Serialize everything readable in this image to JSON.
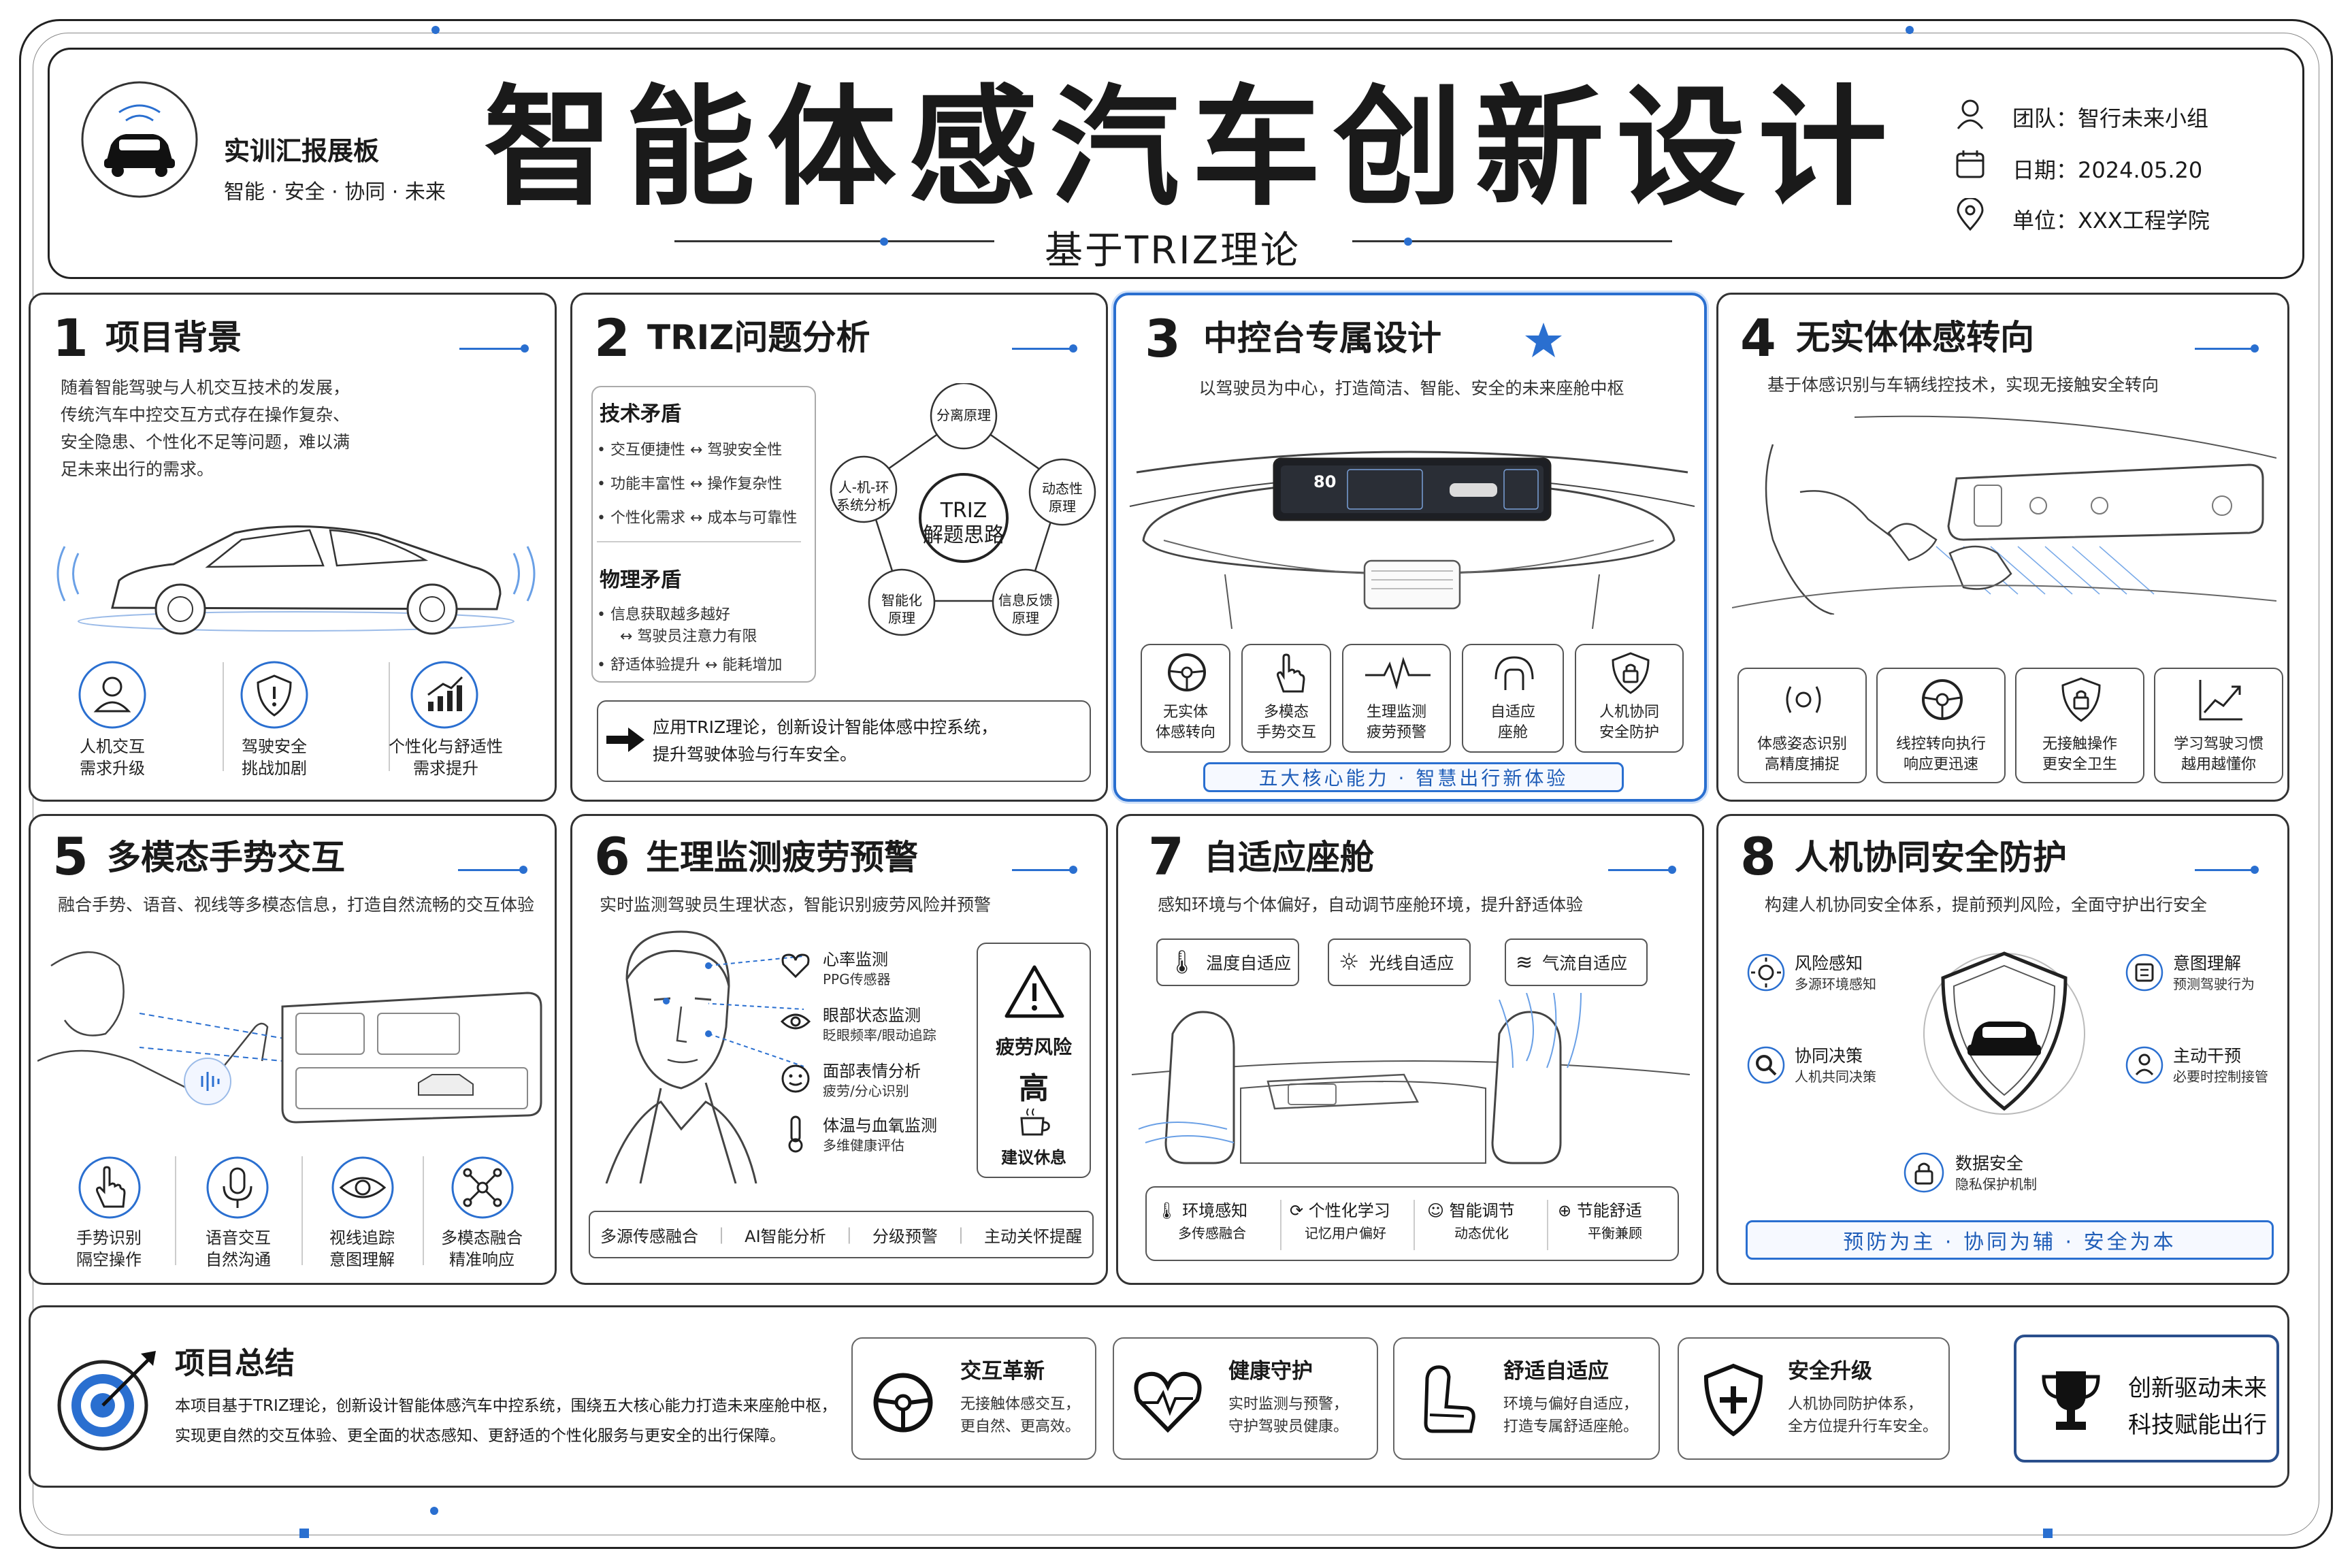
{
  "header": {
    "brand_title": "实训汇报展板",
    "brand_sub": "智能 · 安全 · 协同 · 未来",
    "title": "智能体感汽车创新设计",
    "subtitle": "基于TRIZ理论",
    "team": "团队：智行未来小组",
    "date": "日期：2024.05.20",
    "unit": "单位：XXX工程学院"
  },
  "s1": {
    "num": "1",
    "title": "项目背景",
    "desc": [
      "随着智能驾驶与人机交互技术的发展，",
      "传统汽车中控交互方式存在操作复杂、",
      "安全隐患、个性化不足等问题，难以满",
      "足未来出行的需求。"
    ],
    "items": [
      {
        "l1": "人机交互",
        "l2": "需求升级"
      },
      {
        "l1": "驾驶安全",
        "l2": "挑战加剧"
      },
      {
        "l1": "个性化与舒适性",
        "l2": "需求提升"
      }
    ]
  },
  "s2": {
    "num": "2",
    "title": "TRIZ问题分析",
    "tech_title": "技术矛盾",
    "tech": [
      "交互便捷性 ↔ 驾驶安全性",
      "功能丰富性 ↔ 操作复杂性",
      "个性化需求 ↔ 成本与可靠性"
    ],
    "phys_title": "物理矛盾",
    "phys": [
      "信息获取越多越好",
      "↔ 驾驶员注意力有限",
      "舒适体验提升 ↔ 能耗增加"
    ],
    "center_l1": "TRIZ",
    "center_l2": "解题思路",
    "nodes": [
      {
        "l1": "分离原理",
        "l2": ""
      },
      {
        "l1": "动态性",
        "l2": "原理"
      },
      {
        "l1": "信息反馈",
        "l2": "原理"
      },
      {
        "l1": "智能化",
        "l2": "原理"
      },
      {
        "l1": "人-机-环",
        "l2": "系统分析"
      }
    ],
    "conclusion": [
      "应用TRIZ理论，创新设计智能体感中控系统，",
      "提升驾驶体验与行车安全。"
    ]
  },
  "s3": {
    "num": "3",
    "title": "中控台专属设计",
    "desc": "以驾驶员为中心，打造简洁、智能、安全的未来座舱中枢",
    "screen_speed": "80",
    "items": [
      {
        "l1": "无实体",
        "l2": "体感转向"
      },
      {
        "l1": "多模态",
        "l2": "手势交互"
      },
      {
        "l1": "生理监测",
        "l2": "疲劳预警"
      },
      {
        "l1": "自适应",
        "l2": "座舱"
      },
      {
        "l1": "人机协同",
        "l2": "安全防护"
      }
    ],
    "caption": "五大核心能力 · 智慧出行新体验"
  },
  "s4": {
    "num": "4",
    "title": "无实体体感转向",
    "desc": "基于体感识别与车辆线控技术，实现无接触安全转向",
    "items": [
      {
        "l1": "体感姿态识别",
        "l2": "高精度捕捉"
      },
      {
        "l1": "线控转向执行",
        "l2": "响应更迅速"
      },
      {
        "l1": "无接触操作",
        "l2": "更安全卫生"
      },
      {
        "l1": "学习驾驶习惯",
        "l2": "越用越懂你"
      }
    ]
  },
  "s5": {
    "num": "5",
    "title": "多模态手势交互",
    "desc": "融合手势、语音、视线等多模态信息，打造自然流畅的交互体验",
    "items": [
      {
        "l1": "手势识别",
        "l2": "隔空操作"
      },
      {
        "l1": "语音交互",
        "l2": "自然沟通"
      },
      {
        "l1": "视线追踪",
        "l2": "意图理解"
      },
      {
        "l1": "多模态融合",
        "l2": "精准响应"
      }
    ]
  },
  "s6": {
    "num": "6",
    "title": "生理监测疲劳预警",
    "desc": "实时监测驾驶员生理状态，智能识别疲劳风险并预警",
    "items": [
      {
        "l1": "心率监测",
        "l2": "PPG传感器"
      },
      {
        "l1": "眼部状态监测",
        "l2": "眨眼频率/眼动追踪"
      },
      {
        "l1": "面部表情分析",
        "l2": "疲劳/分心识别"
      },
      {
        "l1": "体温与血氧监测",
        "l2": "多维健康评估"
      }
    ],
    "risk_label": "疲劳风险",
    "risk_level": "高",
    "advice": "建议休息",
    "bar": [
      "多源传感融合",
      "AI智能分析",
      "分级预警",
      "主动关怀提醒"
    ]
  },
  "s7": {
    "num": "7",
    "title": "自适应座舱",
    "desc": "感知环境与个体偏好，自动调节座舱环境，提升舒适体验",
    "chips": [
      "温度自适应",
      "光线自适应",
      "气流自适应"
    ],
    "items": [
      {
        "l1": "环境感知",
        "l2": "多传感融合"
      },
      {
        "l1": "个性化学习",
        "l2": "记忆用户偏好"
      },
      {
        "l1": "智能调节",
        "l2": "动态优化"
      },
      {
        "l1": "节能舒适",
        "l2": "平衡兼顾"
      }
    ]
  },
  "s8": {
    "num": "8",
    "title": "人机协同安全防护",
    "desc": "构建人机协同安全体系，提前预判风险，全面守护出行安全",
    "items": [
      {
        "l1": "风险感知",
        "l2": "多源环境感知"
      },
      {
        "l1": "意图理解",
        "l2": "预测驾驶行为"
      },
      {
        "l1": "协同决策",
        "l2": "人机共同决策"
      },
      {
        "l1": "主动干预",
        "l2": "必要时控制接管"
      },
      {
        "l1": "数据安全",
        "l2": "隐私保护机制"
      }
    ],
    "caption": "预防为主 · 协同为辅 · 安全为本"
  },
  "summary": {
    "title": "项目总结",
    "desc": [
      "本项目基于TRIZ理论，创新设计智能体感汽车中控系统，围绕五大核心能力打造未来座舱中枢，",
      "实现更自然的交互体验、更全面的状态感知、更舒适的个性化服务与更安全的出行保障。"
    ],
    "tiles": [
      {
        "t": "交互革新",
        "d1": "无接触体感交互，",
        "d2": "更自然、更高效。"
      },
      {
        "t": "健康守护",
        "d1": "实时监测与预警，",
        "d2": "守护驾驶员健康。"
      },
      {
        "t": "舒适自适应",
        "d1": "环境与偏好自适应，",
        "d2": "打造专属舒适座舱。"
      },
      {
        "t": "安全升级",
        "d1": "人机协同防护体系，",
        "d2": "全方位提升行车安全。"
      }
    ],
    "final_l1": "创新驱动未来",
    "final_l2": "科技赋能出行"
  },
  "colors": {
    "accent": "#2a6fd0",
    "ink": "#1a1a1a",
    "line": "#555555"
  }
}
